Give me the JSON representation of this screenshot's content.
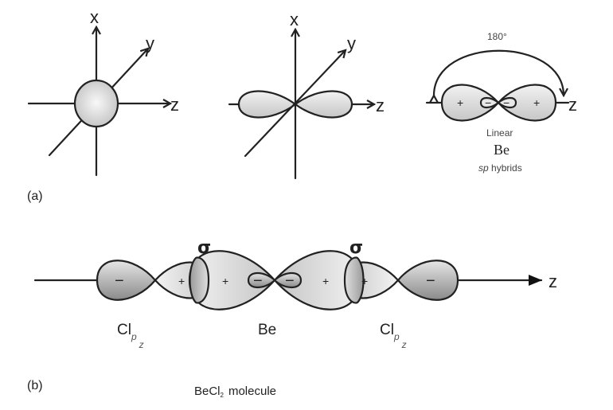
{
  "panel_a": {
    "label": "(a)",
    "s_orbital": {
      "axes": {
        "x": "x",
        "y": "y",
        "z": "z"
      }
    },
    "p_orbital": {
      "axes": {
        "x": "x",
        "y": "y",
        "z": "z"
      }
    },
    "sp_hybrid": {
      "angle_label": "180°",
      "axis": "z",
      "lobe_signs": [
        "+",
        "+"
      ],
      "small_lobe_signs": [
        "−",
        "−"
      ],
      "geometry_label": "Linear",
      "atom_label": "Be",
      "hybrid_label_italic": "sp",
      "hybrid_label_rest": " hybrids"
    }
  },
  "panel_b": {
    "label": "(b)",
    "axis_label": "z",
    "sigma_left": "σ",
    "sigma_right": "σ",
    "left_cl": {
      "symbol": "Cl",
      "sub": "p",
      "subsub": "z",
      "signs": [
        "−",
        "+"
      ]
    },
    "be": {
      "symbol": "Be",
      "signs": [
        "+",
        "−",
        "−",
        "+"
      ]
    },
    "right_cl": {
      "symbol": "Cl",
      "sub": "p",
      "subsub": "z",
      "signs": [
        "+",
        "−"
      ]
    },
    "caption_main": "BeCl",
    "caption_sub": "2",
    "caption_rest": "molecule"
  },
  "colors": {
    "outline": "#222222",
    "fill_light": "#f4f4f4",
    "fill_mid": "#c8c8c8",
    "fill_dark": "#8c8c8c"
  }
}
